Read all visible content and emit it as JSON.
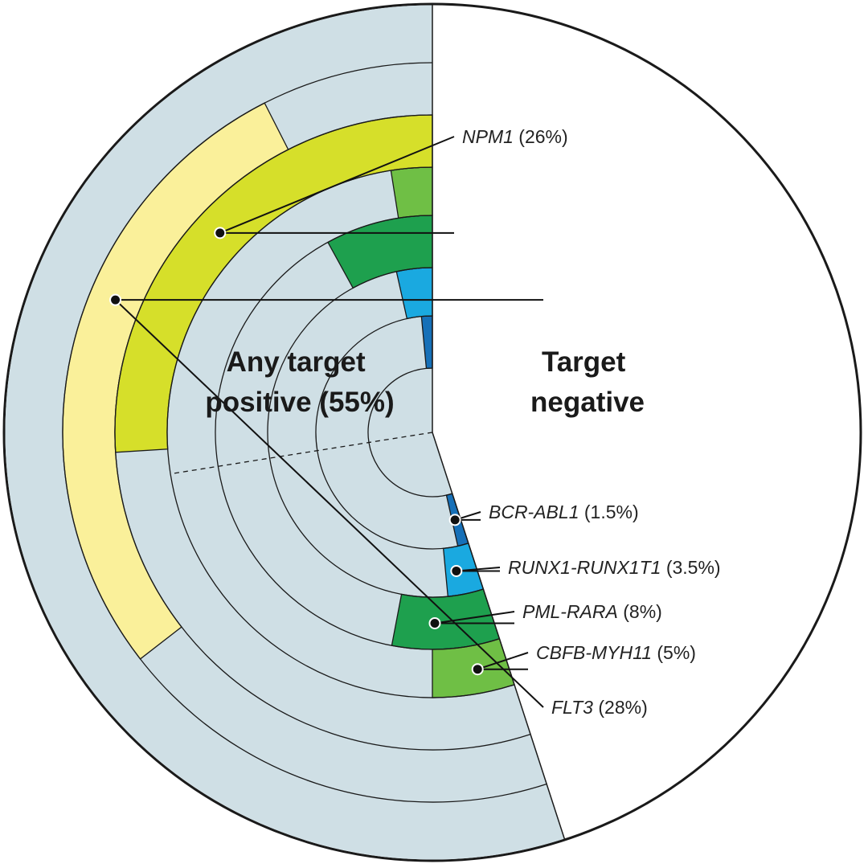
{
  "chart_data": {
    "type": "radial-bar",
    "center_labels": {
      "positive": [
        "Any target",
        "positive (55%)"
      ],
      "negative": [
        "Target",
        "negative"
      ]
    },
    "any_target_positive_pct": 55,
    "series": [
      {
        "name": "BCR-ABL1",
        "label_suffix": " (1.5%)",
        "value": 1.5,
        "color": "#1670b8"
      },
      {
        "name": "RUNX1-RUNX1T1",
        "label_suffix": " (3.5%)",
        "value": 3.5,
        "color": "#1aa9e0"
      },
      {
        "name": "PML-RARA",
        "label_suffix": " (8%)",
        "value": 8,
        "color": "#1ea04e"
      },
      {
        "name": "CBFB-MYH11",
        "label_suffix": " (5%)",
        "value": 5,
        "color": "#6fbf45"
      },
      {
        "name": "FLT3",
        "label_suffix": " (28%)",
        "value": 28,
        "color": "#faf09a"
      },
      {
        "name": "NPM1",
        "label_suffix": " (26%)",
        "value": 26,
        "color": "#d6df2a"
      }
    ],
    "colors": {
      "ring_background": "#cfdfe5",
      "outline": "#1a1a1a",
      "negative_area": "#ffffff"
    }
  }
}
